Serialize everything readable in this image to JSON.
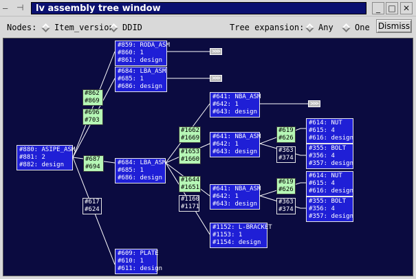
{
  "window": {
    "title": "lv assembly tree window",
    "grip_glyph": "—",
    "pin_glyph": "⊣",
    "minimize_glyph": "_",
    "maximize_glyph": "□",
    "close_glyph": "✕"
  },
  "toolbar": {
    "nodes_label": "Nodes:",
    "node_options": [
      "Item_version",
      "DDID"
    ],
    "expansion_label": "Tree expansion:",
    "expansion_options": [
      "Any",
      "One"
    ],
    "dismiss_label": "Dismiss"
  },
  "tree": {
    "nodes": [
      {
        "lines": [
          "#880: ASIPE_ASM",
          "#881: 2",
          "#882: design"
        ]
      },
      {
        "lines": [
          "#859: RODA_ASM",
          "#860: 1",
          "#861: design"
        ]
      },
      {
        "lines": [
          "#684: LBA_ASM",
          "#685: 1",
          "#686: design"
        ]
      },
      {
        "lines": [
          "#684: LBA_ASM",
          "#685: 1",
          "#686: design"
        ]
      },
      {
        "lines": [
          "#609: PLATE",
          "#610: 1",
          "#611: design"
        ]
      },
      {
        "lines": [
          "#641: NBA_ASM",
          "#642: 1",
          "#643: design"
        ]
      },
      {
        "lines": [
          "#641: NBA_ASM",
          "#642: 1",
          "#643: design"
        ]
      },
      {
        "lines": [
          "#641: NBA_ASM",
          "#642: 1",
          "#643: design"
        ]
      },
      {
        "lines": [
          "#1152: L-BRACKET",
          "#1153: 1",
          "#1154: design"
        ]
      },
      {
        "lines": [
          "#614: NUT",
          "#615: 4",
          "#616: design"
        ]
      },
      {
        "lines": [
          "#355: BOLT",
          "#356: 4",
          "#357: design"
        ]
      },
      {
        "lines": [
          "#614: NUT",
          "#615: 4",
          "#616: design"
        ]
      },
      {
        "lines": [
          "#355: BOLT",
          "#356: 4",
          "#357: design"
        ]
      }
    ],
    "edges": [
      {
        "lines": [
          "#862",
          "#869"
        ]
      },
      {
        "lines": [
          "#696",
          "#703"
        ]
      },
      {
        "lines": [
          "#687",
          "#694"
        ]
      },
      {
        "lines": [
          "#617",
          "#624"
        ]
      },
      {
        "lines": [
          "#1662",
          "#1669"
        ]
      },
      {
        "lines": [
          "#1653",
          "#1660"
        ]
      },
      {
        "lines": [
          "#1644",
          "#1651"
        ]
      },
      {
        "lines": [
          "#1160",
          "#1171"
        ]
      },
      {
        "lines": [
          "#619",
          "#626"
        ]
      },
      {
        "lines": [
          "#363",
          "#374"
        ]
      },
      {
        "lines": [
          "#619",
          "#626"
        ]
      },
      {
        "lines": [
          "#363",
          "#374"
        ]
      }
    ],
    "expander_glyph": ">>>",
    "colors": {
      "canvas": "#0b0b40",
      "node_fill": "#1f1fd6",
      "edge_fill": "#b6f7b6",
      "title_bar": "#0a1070"
    }
  }
}
